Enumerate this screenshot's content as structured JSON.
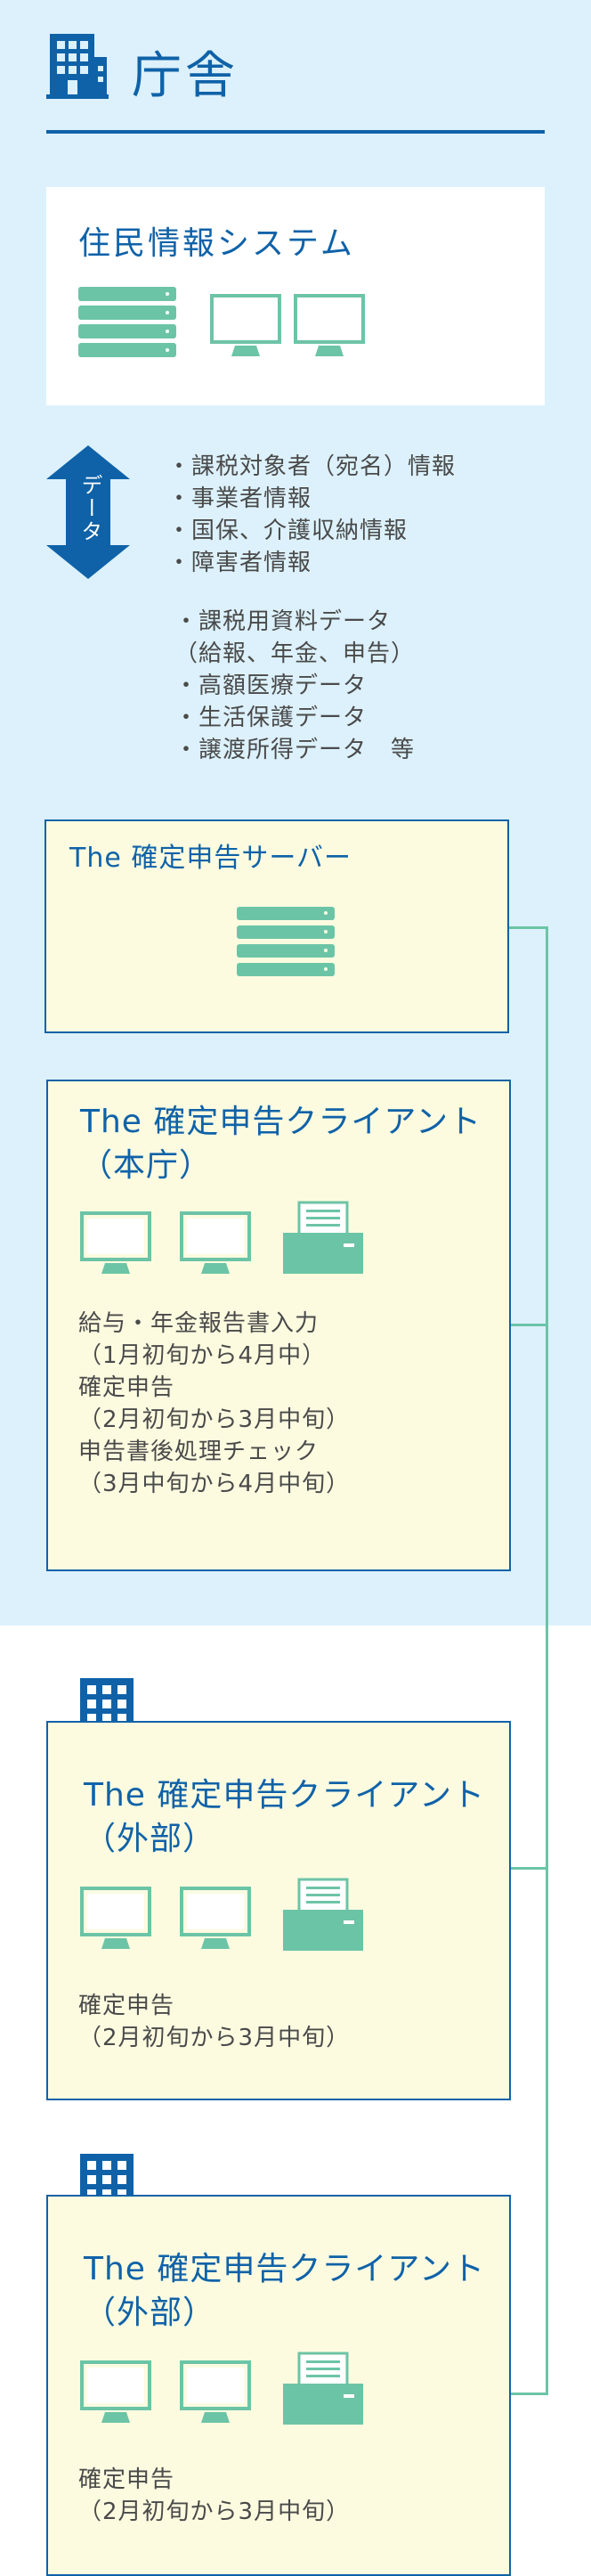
{
  "header": {
    "title": "庁舎"
  },
  "system": {
    "title": "住民情報システム"
  },
  "data_arrow": {
    "label": "データ"
  },
  "data_list_1": [
    "・課税対象者（宛名）情報",
    "・事業者情報",
    "・国保、介護収納情報",
    "・障害者情報"
  ],
  "data_list_2": [
    "・課税用資料データ",
    "（給報、年金、申告）",
    "・高額医療データ",
    "・生活保護データ",
    "・譲渡所得データ　等"
  ],
  "server": {
    "title": "The 確定申告サーバー"
  },
  "client_main": {
    "title_line1": "The 確定申告クライアント",
    "title_line2": "（本庁）",
    "lines": [
      "給与・年金報告書入力",
      "（1月初旬から4月中）",
      "確定申告",
      "（2月初旬から3月中旬）",
      "申告書後処理チェック",
      "（3月中旬から4月中旬）"
    ]
  },
  "client_ext_1": {
    "title_line1": "The 確定申告クライアント",
    "title_line2": "（外部）",
    "lines": [
      "確定申告",
      "（2月初旬から3月中旬）"
    ]
  },
  "client_ext_2": {
    "title_line1": "The 確定申告クライアント",
    "title_line2": "（外部）",
    "lines": [
      "確定申告",
      "（2月初旬から3月中旬）"
    ]
  },
  "colors": {
    "blue": "#0f62a8",
    "green": "#6cc4a6",
    "light_blue_bg": "#dcf1fb",
    "card_bg": "#fcfbe0"
  },
  "icons": [
    "building-icon",
    "server-icon",
    "monitor-icon",
    "printer-icon",
    "double-arrow-icon"
  ]
}
